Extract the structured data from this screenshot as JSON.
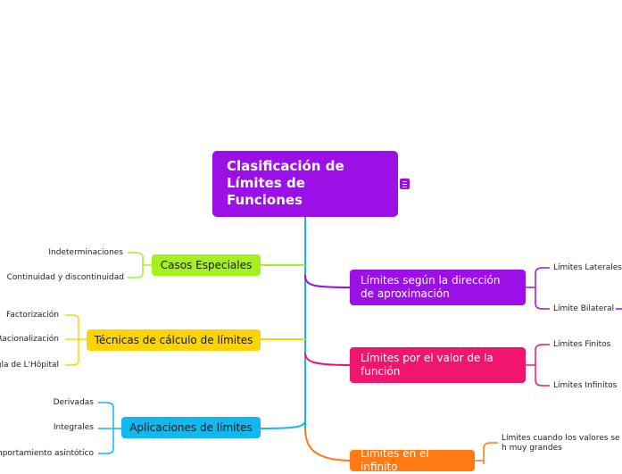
{
  "root": {
    "title": "Clasificación de Límites de Funciones"
  },
  "colors": {
    "purple": "#9b10e6",
    "green": "#a5f01e",
    "yellow": "#fdd300",
    "blue": "#0fb9f0",
    "pink": "#f0166e",
    "orange": "#ff7a12"
  },
  "left_branches": [
    {
      "label": "Casos Especiales",
      "children": [
        "Indeterminaciones",
        "Continuidad y discontinuidad"
      ]
    },
    {
      "label": "Técnicas de cálculo de límites",
      "children": [
        "Factorización",
        "Racionalización",
        "gla de L'Hôpital"
      ]
    },
    {
      "label": "Aplicaciones de límites",
      "children": [
        "Derivadas",
        "Integrales",
        "mportamiento asintótico"
      ]
    }
  ],
  "right_branches": [
    {
      "label": "Límites según la dirección de aproximación",
      "children": [
        "Límites Laterales",
        "Límite Bilateral"
      ]
    },
    {
      "label": "Límites por el valor de la función",
      "children": [
        "Límites Finitos",
        "Límites Infinitos"
      ]
    },
    {
      "label": "Límites en el infinito",
      "children": [
        "Límites cuando los valores se h muy grandes"
      ]
    }
  ]
}
